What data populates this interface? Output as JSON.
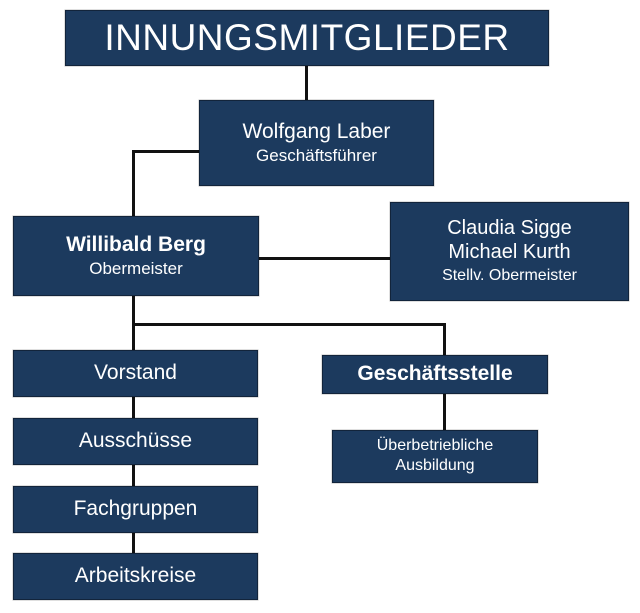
{
  "org_chart": {
    "title": "INNUNGSMITGLIEDER",
    "accent_color": "#1c3a5e",
    "text_color": "#ffffff",
    "connector_color": "#111111",
    "background_color": "#ffffff",
    "nodes": {
      "header": {
        "label": "INNUNGSMITGLIEDER"
      },
      "geschaeftsfuehrer": {
        "name": "Wolfgang Laber",
        "role": "Geschäftsführer"
      },
      "obermeister": {
        "name": "Willibald Berg",
        "role": "Obermeister"
      },
      "stellv_obermeister": {
        "name_1": "Claudia Sigge",
        "name_2": "Michael Kurth",
        "role": "Stellv. Obermeister"
      },
      "vorstand": {
        "label": "Vorstand"
      },
      "ausschuesse": {
        "label": "Ausschüsse"
      },
      "fachgruppen": {
        "label": "Fachgruppen"
      },
      "arbeitskreise": {
        "label": "Arbeitskreise"
      },
      "geschaeftsstelle": {
        "label": "Geschäftsstelle"
      },
      "ausbildung": {
        "line_1": "Überbetriebliche",
        "line_2": "Ausbildung"
      }
    }
  }
}
